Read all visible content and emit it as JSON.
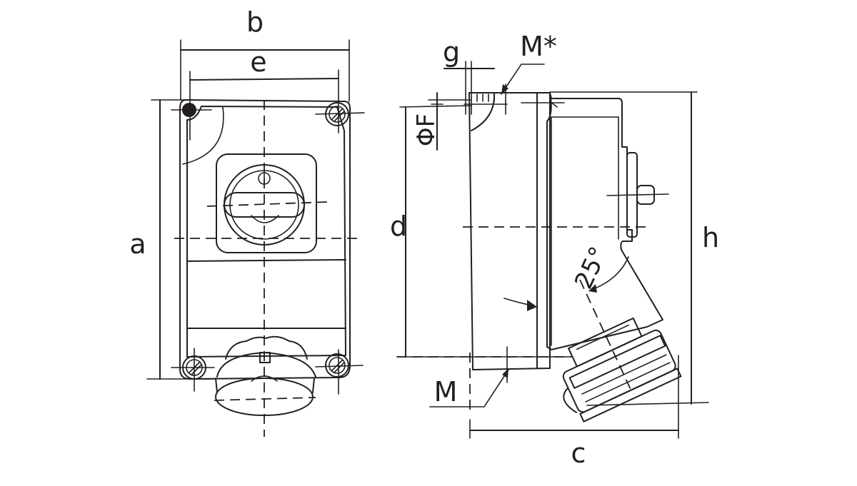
{
  "labels": {
    "a": "a",
    "b": "b",
    "e": "e",
    "g": "g",
    "m_star": "M*",
    "phi_f": "ΦF",
    "d": "d",
    "h": "h",
    "angle": "25°",
    "m": "M",
    "c": "c"
  },
  "colors": {
    "ink": "#231f20",
    "background": "#ffffff"
  }
}
